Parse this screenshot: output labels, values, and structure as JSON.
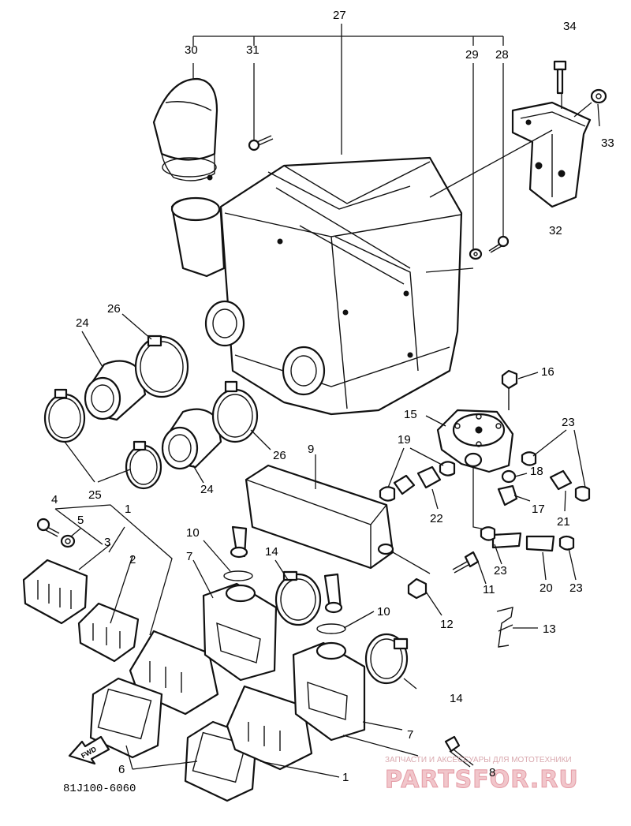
{
  "part_numbers": {
    "p1a": "1",
    "p1b": "1",
    "p2": "2",
    "p3": "3",
    "p4": "4",
    "p5": "5",
    "p6": "6",
    "p7a": "7",
    "p7b": "7",
    "p8": "8",
    "p9": "9",
    "p10a": "10",
    "p10b": "10",
    "p11": "11",
    "p12": "12",
    "p13": "13",
    "p14a": "14",
    "p14b": "14",
    "p15": "15",
    "p16": "16",
    "p17": "17",
    "p18": "18",
    "p19": "19",
    "p20": "20",
    "p21": "21",
    "p22": "22",
    "p23a": "23",
    "p23b": "23",
    "p23c": "23",
    "p24a": "24",
    "p24b": "24",
    "p25": "25",
    "p26a": "26",
    "p26b": "26",
    "p27": "27",
    "p28": "28",
    "p29": "29",
    "p30": "30",
    "p31": "31",
    "p32": "32",
    "p33": "33",
    "p34": "34"
  },
  "diagram_code": "81J100-6060",
  "fwd_label": "FWD",
  "watermark": {
    "tagline": "ЗАПЧАСТИ И АКСЕССУАРЫ ДЛЯ МОТОТЕХНИКИ",
    "brand": "PARTSFOR.RU",
    "brand_color": "#e49aa4"
  }
}
